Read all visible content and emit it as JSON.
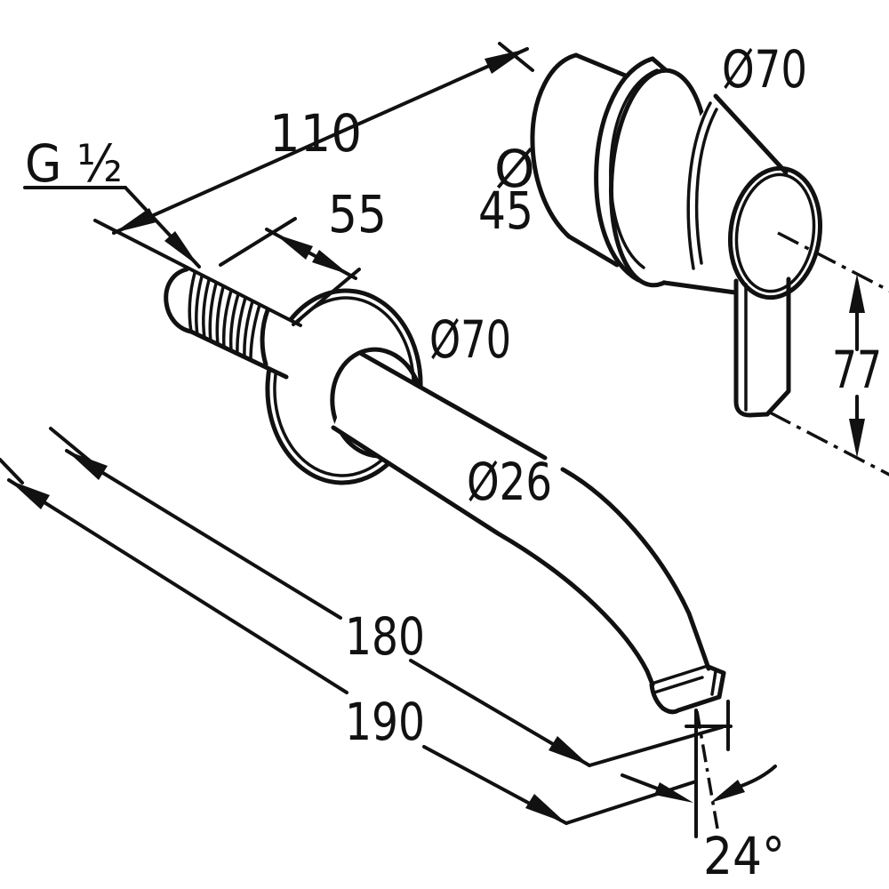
{
  "meta": {
    "title": "Installation drawing — wall-mounted single-lever basin mixer",
    "drawing_type": "dimensioned technical line drawing",
    "units": "mm"
  },
  "colors": {
    "line": "#111111",
    "background": "#ffffff"
  },
  "labels": {
    "thread_size": "G ½",
    "wall_offset": "110",
    "thread_length": "55",
    "valve_flange_diameter": "Ø70",
    "valve_body_diameter_symbol": "Ø",
    "valve_body_diameter_value": "45",
    "escutcheon_diameter": "Ø70",
    "spout_diameter": "Ø26",
    "lever_height": "77",
    "spout_reach_inner": "180",
    "spout_reach_outer": "190",
    "spout_angle": "24°"
  }
}
